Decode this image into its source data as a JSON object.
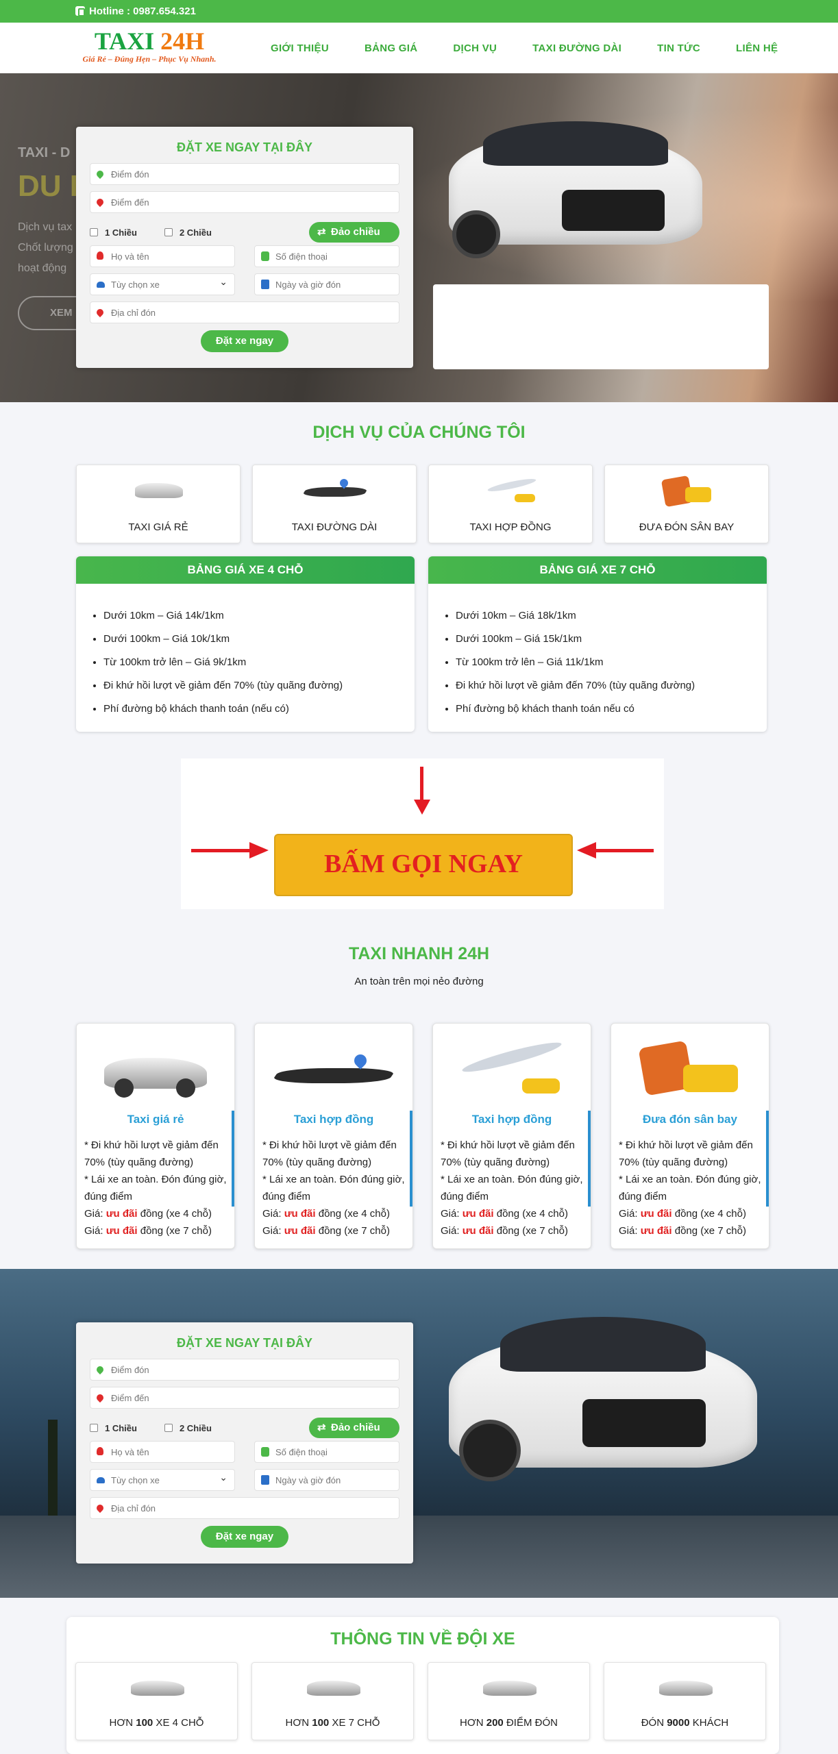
{
  "topbar": {
    "hotline": "Hotline : 0987.654.321"
  },
  "logo": {
    "brand_a": "TAXI",
    "brand_b": "24H",
    "tagline": "Giá Rẻ – Đúng Hẹn – Phục Vụ Nhanh."
  },
  "nav": [
    "GIỚI THIỆU",
    "BẢNG GIÁ",
    "DỊCH VỤ",
    "TAXI ĐƯỜNG DÀI",
    "TIN TỨC",
    "LIÊN HỆ"
  ],
  "hero": {
    "ghost_line1": "TAXI - D",
    "ghost_line2": "DU L",
    "ghost_line3a": "Dịch vụ tax",
    "ghost_line3b": "Chốt lượng",
    "ghost_line3c": "hoạt động",
    "ghost_button": "XEM"
  },
  "booking": {
    "title": "ĐẶT XE NGAY TẠI ĐÂY",
    "pickup": "Điểm đón",
    "dropoff": "Điểm đến",
    "one_way": "1 Chiều",
    "two_way": "2 Chiều",
    "swap": "Đảo chiều",
    "name": "Họ và tên",
    "phone": "Số điện thoại",
    "car_type": "Tùy chọn xe",
    "datetime": "Ngày và giờ đón",
    "address": "Địa chỉ đón",
    "submit": "Đặt xe ngay"
  },
  "services": {
    "title": "DỊCH VỤ CỦA CHÚNG TÔI",
    "items": [
      "TAXI GIÁ RẺ",
      "TAXI ĐƯỜNG DÀI",
      "TAXI HỢP ĐỒNG",
      "ĐƯA ĐÓN SÂN BAY"
    ]
  },
  "prices": [
    {
      "title": "BẢNG GIÁ XE 4 CHỖ",
      "rows": [
        "Dưới 10km – Giá 14k/1km",
        "Dưới 100km – Giá 10k/1km",
        "Từ 100km trở lên – Giá 9k/1km",
        "Đi khứ hồi lượt về giảm đến 70% (tùy quãng đường)",
        "Phí đường bộ khách thanh toán (nếu có)"
      ]
    },
    {
      "title": "BẢNG GIÁ XE 7 CHỖ",
      "rows": [
        "Dưới 10km – Giá 18k/1km",
        "Dưới 100km – Giá 15k/1km",
        "Từ 100km trở lên – Giá 11k/1km",
        "Đi khứ hồi lượt về giảm đến 70% (tùy quãng đường)",
        "Phí đường bộ khách thanh toán nếu có"
      ]
    }
  ],
  "banner": {
    "text": "BẤM GỌI NGAY"
  },
  "taxi24": {
    "title": "TAXI NHANH 24H",
    "subtitle": "An toàn trên mọi nẻo đường",
    "cards": [
      {
        "title": "Taxi giá rẻ"
      },
      {
        "title": "Taxi hợp đồng"
      },
      {
        "title": "Taxi hợp đồng"
      },
      {
        "title": "Đưa đón sân bay"
      }
    ],
    "line1": "* Đi khứ hồi lượt về giảm đến 70% (tùy quãng đường)",
    "line2": "* Lái xe an toàn. Đón đúng giờ, đúng điểm",
    "price_prefix": "Giá: ",
    "price_hl": "ưu đãi",
    "price_4": " đồng (xe 4 chỗ)",
    "price_7": " đồng (xe 7 chỗ)"
  },
  "fleet": {
    "title": "THÔNG TIN VỀ ĐỘI XE",
    "items": [
      {
        "pre": "HƠN ",
        "num": "100",
        "post": " XE 4 CHỖ"
      },
      {
        "pre": "HƠN ",
        "num": "100",
        "post": " XE 7 CHỖ"
      },
      {
        "pre": "HƠN ",
        "num": "200",
        "post": " ĐIỂM ĐÓN"
      },
      {
        "pre": "ĐÓN ",
        "num": "9000",
        "post": " KHÁCH"
      }
    ]
  },
  "colors": {
    "brand_green": "#4cb848",
    "accent_blue": "#2a9fd6",
    "highlight_red": "#e02020"
  }
}
